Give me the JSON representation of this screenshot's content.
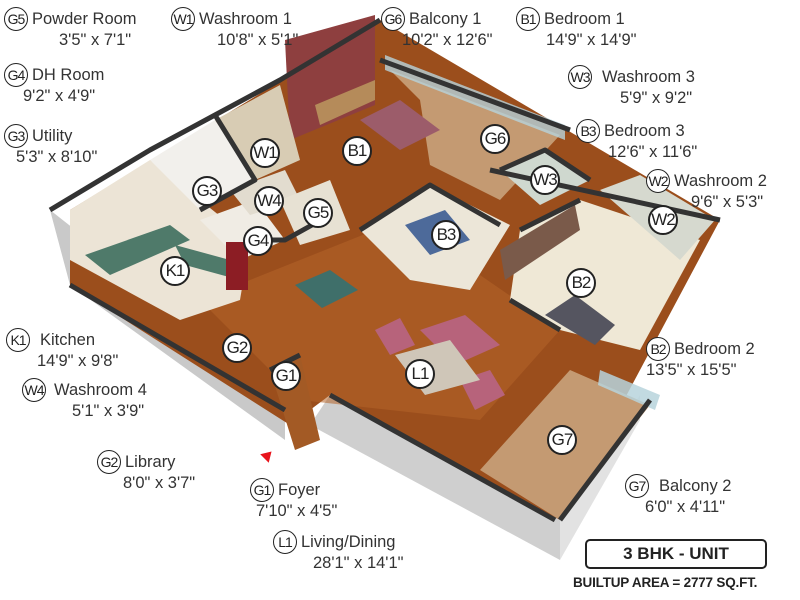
{
  "unit": {
    "type_label": "3 BHK - UNIT",
    "builtup_area": "BUILTUP AREA = 2777 SQ.FT."
  },
  "rooms": {
    "G5": {
      "code": "G5",
      "name": "Powder Room",
      "dims": "3'5\" x 7'1\""
    },
    "W1": {
      "code": "W1",
      "name": "Washroom 1",
      "dims": "10'8\" x 5'1\""
    },
    "G6": {
      "code": "G6",
      "name": "Balcony 1",
      "dims": "10'2\" x 12'6\""
    },
    "B1": {
      "code": "B1",
      "name": "Bedroom 1",
      "dims": "14'9\" x 14'9\""
    },
    "G4": {
      "code": "G4",
      "name": "DH Room",
      "dims": "9'2\" x 4'9\""
    },
    "W3": {
      "code": "W3",
      "name": "Washroom 3",
      "dims": "5'9\" x 9'2\""
    },
    "G3": {
      "code": "G3",
      "name": "Utility",
      "dims": "5'3\" x 8'10\""
    },
    "B3": {
      "code": "B3",
      "name": "Bedroom 3",
      "dims": "12'6\" x 11'6\""
    },
    "W2": {
      "code": "W2",
      "name": "Washroom 2",
      "dims": "9'6\" x 5'3\""
    },
    "K1": {
      "code": "K1",
      "name": "Kitchen",
      "dims": "14'9\" x 9'8\""
    },
    "W4": {
      "code": "W4",
      "name": "Washroom 4",
      "dims": "5'1\" x 3'9\""
    },
    "B2": {
      "code": "B2",
      "name": "Bedroom 2",
      "dims": "13'5\" x 15'5\""
    },
    "G2": {
      "code": "G2",
      "name": "Library",
      "dims": "8'0\" x 3'7\""
    },
    "G1": {
      "code": "G1",
      "name": "Foyer",
      "dims": "7'10\" x 4'5\""
    },
    "G7": {
      "code": "G7",
      "name": "Balcony 2",
      "dims": "6'0\" x 4'11\""
    },
    "L1": {
      "code": "L1",
      "name": "Living/Dining",
      "dims": "28'1\" x 14'1\""
    }
  },
  "colors": {
    "wood_floor": "#a0521d",
    "accent_wall": "#8e3f3f",
    "balcony_floor": "#c49a72",
    "wall_top": "#333333",
    "entry_arrow": "#e8141c"
  }
}
